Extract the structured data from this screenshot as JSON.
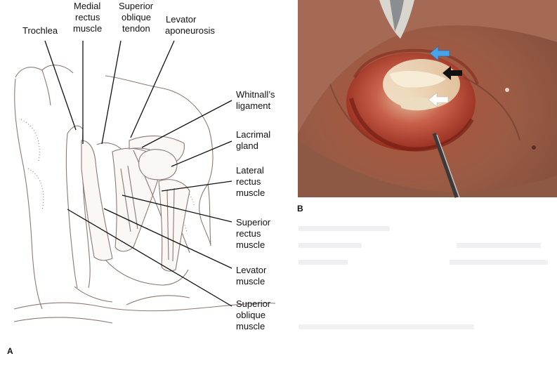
{
  "figure": {
    "panel_a": {
      "letter": "A",
      "labels": {
        "trochlea": "Trochlea",
        "medial_rectus": [
          "Medial",
          "rectus",
          "muscle"
        ],
        "superior_oblique_tendon": [
          "Superior",
          "oblique",
          "tendon"
        ],
        "levator_aponeurosis": [
          "Levator",
          "aponeurosis"
        ],
        "whitnalls_ligament": [
          "Whitnall’s",
          "ligament"
        ],
        "lacrimal_gland": [
          "Lacrimal",
          "gland"
        ],
        "lateral_rectus": [
          "Lateral",
          "rectus",
          "muscle"
        ],
        "superior_rectus": [
          "Superior",
          "rectus",
          "muscle"
        ],
        "levator_muscle": [
          "Levator",
          "muscle"
        ],
        "superior_oblique_muscle": [
          "Superior",
          "oblique",
          "muscle"
        ]
      }
    },
    "panel_b": {
      "letter": "B",
      "arrows": [
        {
          "color": "#4aa3e8",
          "direction": "left"
        },
        {
          "color": "#111111",
          "direction": "left"
        },
        {
          "color": "#ffffff",
          "direction": "left"
        }
      ]
    }
  }
}
